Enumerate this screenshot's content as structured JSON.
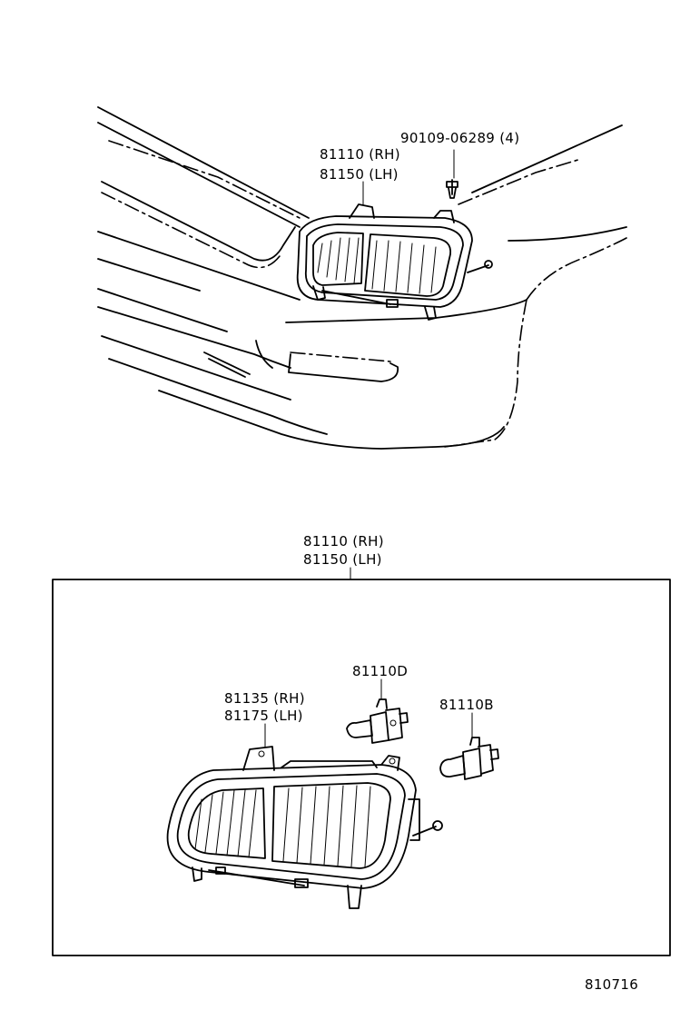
{
  "top_callouts": {
    "bolt": "90109-06289 (4)",
    "headlamp_rh": "81110 (RH)",
    "headlamp_lh": "81150 (LH)"
  },
  "box_title": {
    "rh": "81110 (RH)",
    "lh": "81150 (LH)"
  },
  "parts": {
    "bulb_d": "81110D",
    "bulb_b": "81110B",
    "housing_rh": "81135 (RH)",
    "housing_lh": "81175 (LH)"
  },
  "figure_number": "810716"
}
